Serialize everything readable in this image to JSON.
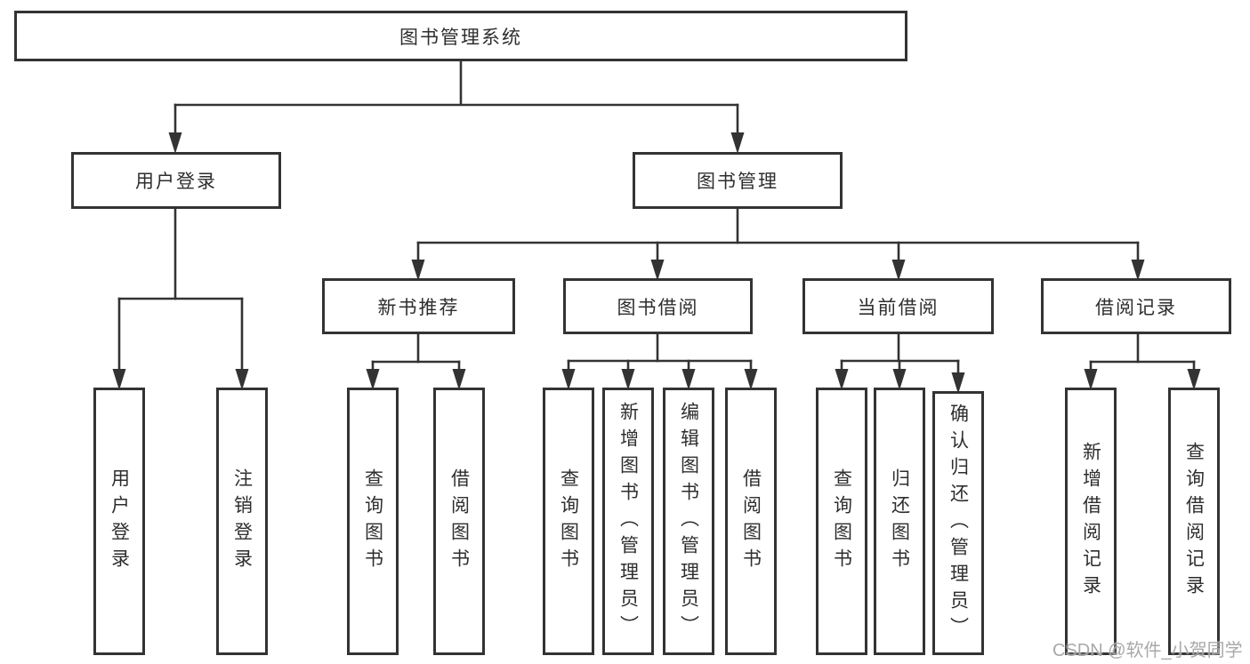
{
  "colors": {
    "line": "#333333",
    "box_border": "#333333",
    "text": "#2e2e2e",
    "watermark": "#9e9e9e",
    "background": "#ffffff"
  },
  "nodes": {
    "root": {
      "label": "图书管理系统"
    },
    "branches": [
      {
        "label": "用户登录",
        "children": [
          {
            "label": "用户登录"
          },
          {
            "label": "注销登录"
          }
        ]
      },
      {
        "label": "图书管理",
        "children": [
          {
            "label": "新书推荐",
            "children": [
              {
                "label": "查询图书"
              },
              {
                "label": "借阅图书"
              }
            ]
          },
          {
            "label": "图书借阅",
            "children": [
              {
                "label": "查询图书"
              },
              {
                "label": "新增图书（管理员）"
              },
              {
                "label": "编辑图书（管理员）"
              },
              {
                "label": "借阅图书"
              }
            ]
          },
          {
            "label": "当前借阅",
            "children": [
              {
                "label": "查询图书"
              },
              {
                "label": "归还图书"
              },
              {
                "label": "确认归还（管理员）"
              }
            ]
          },
          {
            "label": "借阅记录",
            "children": [
              {
                "label": "新增借阅记录"
              },
              {
                "label": "查询借阅记录"
              }
            ]
          }
        ]
      }
    ]
  },
  "watermark": {
    "text": "CSDN @软件_小贺同学"
  }
}
